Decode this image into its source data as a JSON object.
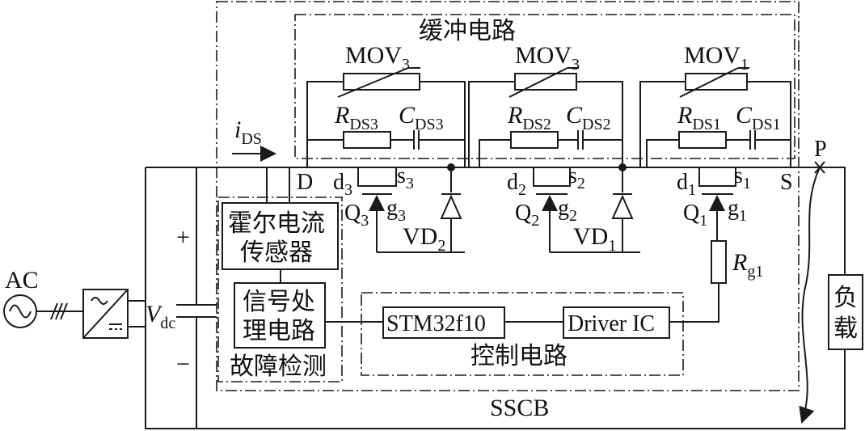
{
  "labels": {
    "snubber": "缓冲电路",
    "mov3a": "MOV",
    "mov3a_sub": "3",
    "mov3b": "MOV",
    "mov3b_sub": "3",
    "mov1": "MOV",
    "mov1_sub": "1",
    "r3": "R",
    "r3_sub": "DS3",
    "c3": "C",
    "c3_sub": "DS3",
    "r2": "R",
    "r2_sub": "DS2",
    "c2": "C",
    "c2_sub": "DS2",
    "r1": "R",
    "r1_sub": "DS1",
    "c1": "C",
    "c1_sub": "DS1",
    "ids": "i",
    "ids_sub": "DS",
    "node_d": "D",
    "node_s": "S",
    "node_p": "P",
    "d3": "d",
    "d3_sub": "3",
    "s3": "s",
    "s3_sub": "3",
    "g3": "g",
    "g3_sub": "3",
    "q3": "Q",
    "q3_sub": "3",
    "d2": "d",
    "d2_sub": "2",
    "s2": "s",
    "s2_sub": "2",
    "g2": "g",
    "g2_sub": "2",
    "q2": "Q",
    "q2_sub": "2",
    "d1": "d",
    "d1_sub": "1",
    "s1": "s",
    "s1_sub": "1",
    "g1": "g",
    "g1_sub": "1",
    "q1": "Q",
    "q1_sub": "1",
    "vd2": "VD",
    "vd2_sub": "2",
    "vd1": "VD",
    "vd1_sub": "1",
    "rg1": "R",
    "rg1_sub": "g1",
    "plus": "+",
    "minus": "−",
    "ac": "AC",
    "vdc": "V",
    "vdc_sub": "dc",
    "hall_line1": "霍尔电流",
    "hall_line2": "传感器",
    "sig_line1": "信号处",
    "sig_line2": "理电路",
    "fault": "故障检测",
    "stm": "STM32f10",
    "driver": "Driver IC",
    "control": "控制电路",
    "load_line1": "负",
    "load_line2": "载",
    "sscb": "SSCB"
  }
}
